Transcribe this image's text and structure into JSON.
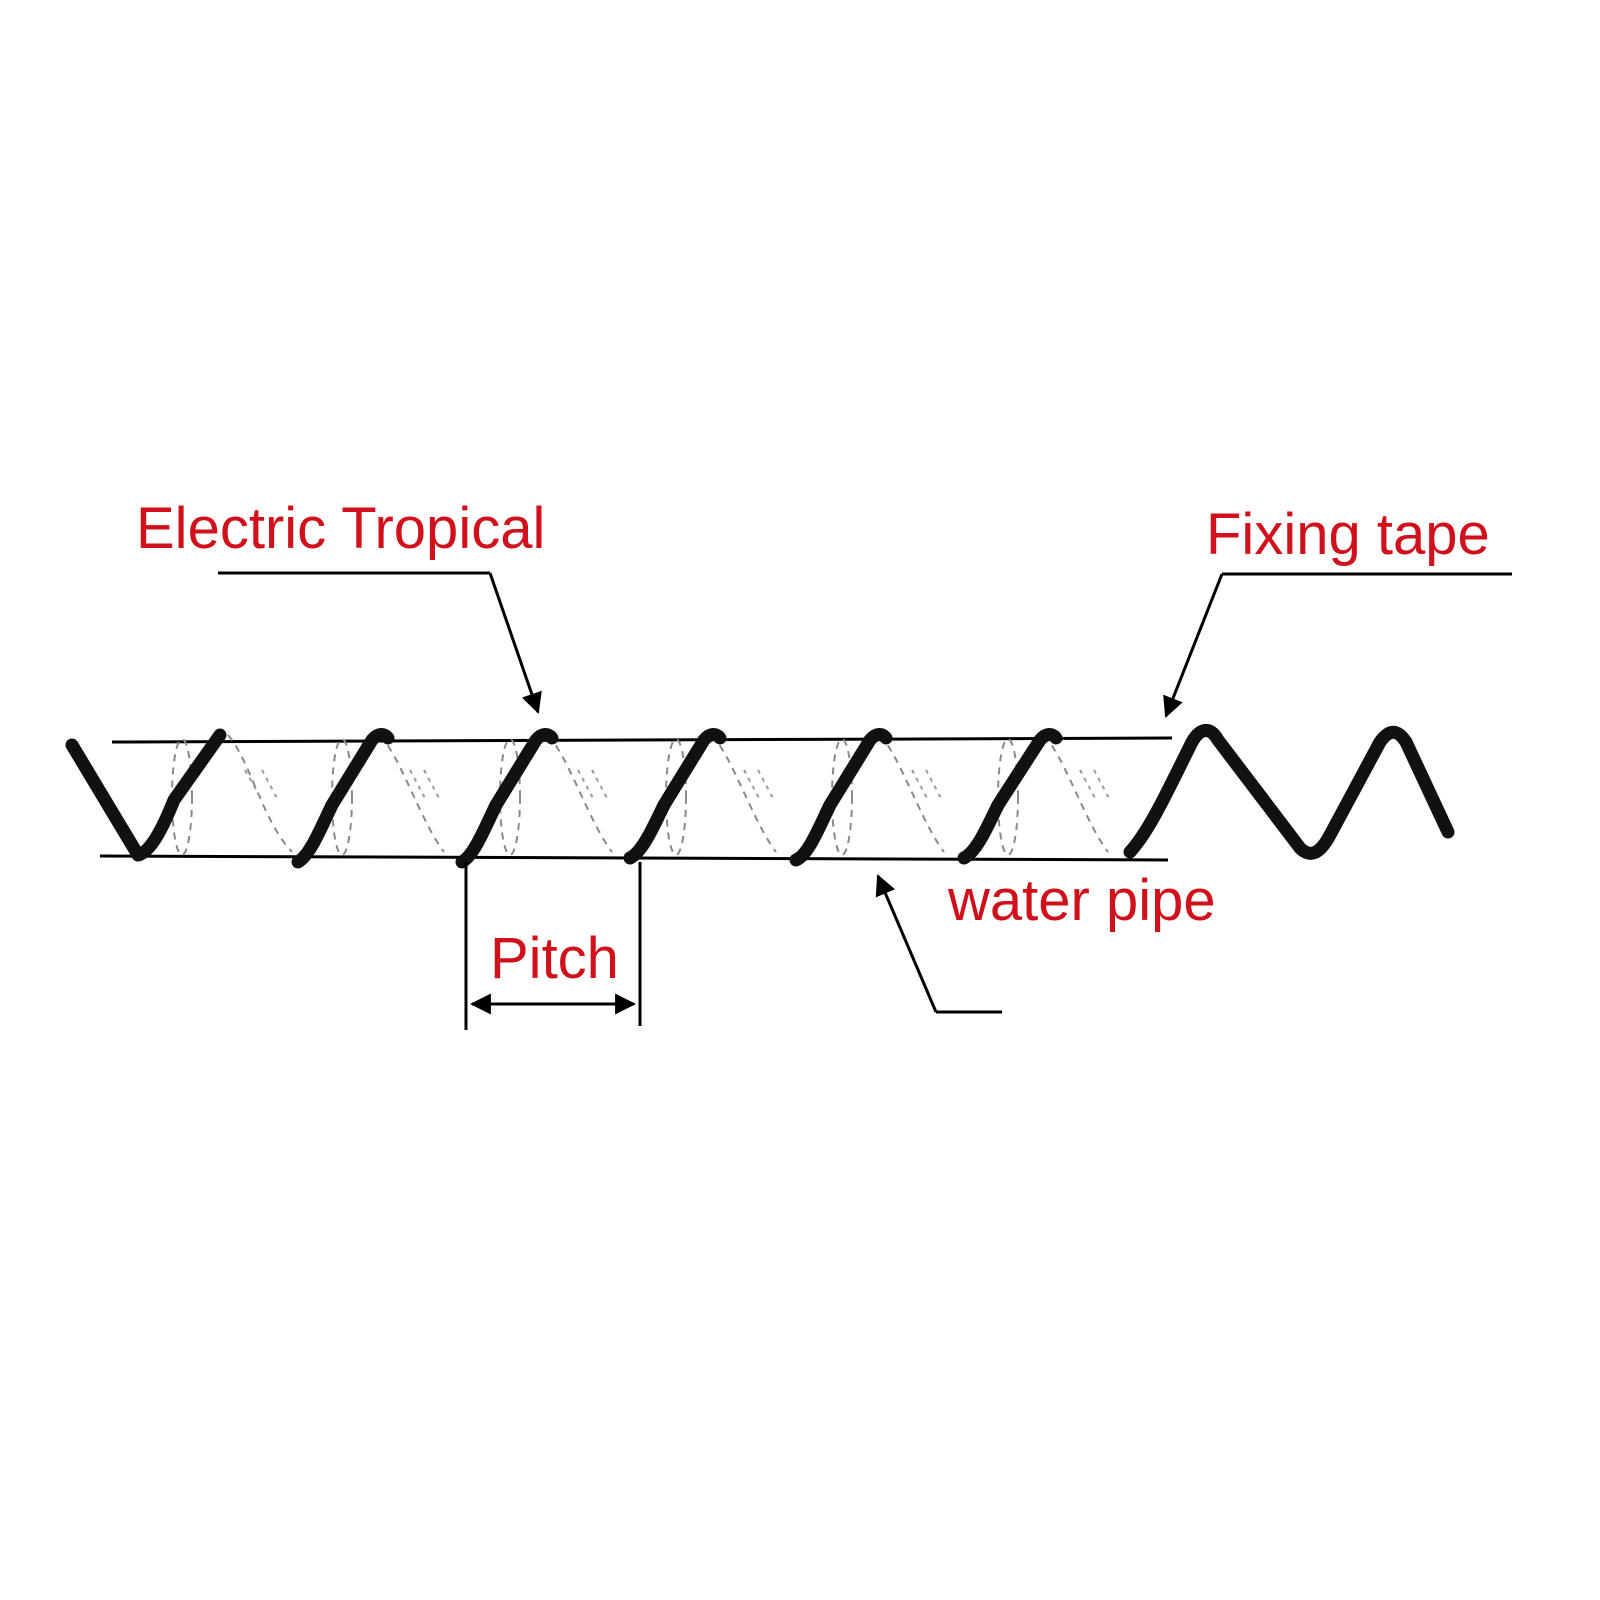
{
  "labels": {
    "electric_tropical": "Electric Tropical",
    "fixing_tape": "Fixing tape",
    "water_pipe": "water pipe",
    "pitch": "Pitch"
  },
  "colors": {
    "label_color": "#d0101b",
    "line_color": "#000000",
    "coil_color": "#111111"
  }
}
